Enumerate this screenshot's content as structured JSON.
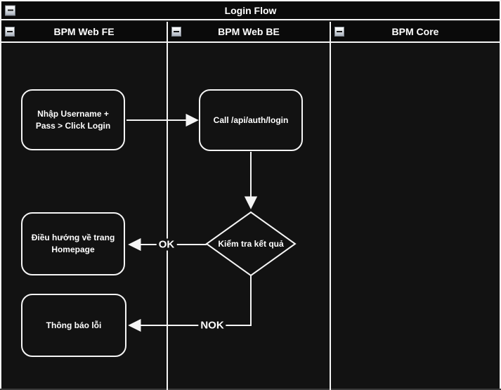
{
  "pool": {
    "title": "Login Flow",
    "lanes": [
      {
        "label": "BPM Web FE"
      },
      {
        "label": "BPM Web BE"
      },
      {
        "label": "BPM Core"
      }
    ]
  },
  "nodes": {
    "enter_credentials": {
      "label": "Nhập Username +\nPass > Click Login",
      "shape": "rounded-rectangle",
      "lane": "BPM Web FE"
    },
    "call_login_api": {
      "label": "Call /api/auth/login",
      "shape": "rounded-rectangle",
      "lane": "BPM Web BE"
    },
    "check_result": {
      "label": "Kiểm tra kết quả",
      "shape": "decision-diamond",
      "lane": "BPM Web BE"
    },
    "redirect_homepage": {
      "label": "Điều hướng về trang\nHomepage",
      "shape": "rounded-rectangle",
      "lane": "BPM Web FE"
    },
    "error_message": {
      "label": "Thông báo lỗi",
      "shape": "rounded-rectangle",
      "lane": "BPM Web FE"
    }
  },
  "edges": {
    "ok_label": "OK",
    "nok_label": "NOK"
  },
  "icons": {
    "collapse": "collapse-minus-icon"
  },
  "colors": {
    "background": "#121212",
    "header_background": "#0a0a0a",
    "line": "#f5f5f5",
    "text": "#ffffff"
  }
}
